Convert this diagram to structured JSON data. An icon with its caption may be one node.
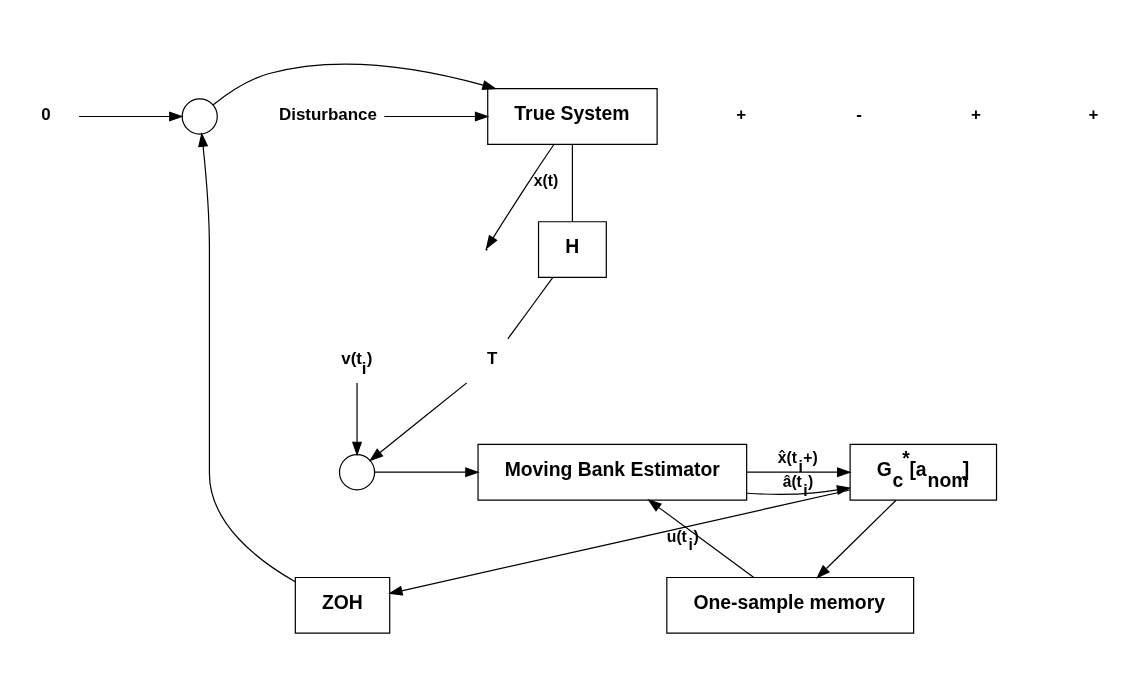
{
  "diagram": {
    "nodes": [
      {
        "text": [
          "0"
        ]
      },
      {
        "text": [],
        "shape": "circle"
      },
      {
        "text": [
          "Disturbance"
        ]
      },
      {
        "text": [
          "True System"
        ]
      },
      {
        "text": [
          "H"
        ]
      },
      {
        "text": [
          "T"
        ]
      },
      {
        "text": [],
        "shape": "circle"
      },
      {
        "text": [
          "v(t$_{i}$)"
        ]
      },
      {
        "text": [
          "Moving Bank Estimator"
        ]
      },
      {
        "text": [
          "G$_{c}$$^{*}$[a$_{nom}$]"
        ]
      },
      {
        "text": [
          "One-sample memory"
        ]
      },
      {
        "text": [
          "ZOH"
        ]
      }
    ],
    "edges": [
      {
        "from": 0,
        "to": 1,
        "arrow": "to"
      },
      {
        "from": 2,
        "to": 3,
        "arrow": "to"
      },
      {
        "from": 1,
        "to": 3,
        "arrow": "to"
      },
      {
        "from": 3,
        "to": null,
        "arrow": "to",
        "label": "x(t)"
      },
      {
        "from": 3,
        "to": 4,
        "arrow": "none"
      },
      {
        "from": 4,
        "to": 5,
        "arrow": "none"
      },
      {
        "from": 5,
        "to": 6,
        "arrow": "to"
      },
      {
        "from": 7,
        "to": 6,
        "arrow": "to"
      },
      {
        "from": 6,
        "to": 8,
        "arrow": "to"
      },
      {
        "from": 8,
        "to": 9,
        "arrow": "to",
        "label": "â(t$_{i}$)"
      },
      {
        "from": 8,
        "to": 9,
        "arrow": "to",
        "label": "x̂(t$_{i}$+)"
      },
      {
        "from": 9,
        "to": 11,
        "arrow": "to",
        "label": "u(t$_{i}$)"
      },
      {
        "from": 11,
        "to": 1,
        "arrow": "to"
      },
      {
        "from": 9,
        "to": 10,
        "arrow": "to"
      },
      {
        "from": 10,
        "to": 8,
        "arrow": "to"
      }
    ],
    "labels": [
      "+",
      "-",
      "+",
      "+"
    ]
  }
}
